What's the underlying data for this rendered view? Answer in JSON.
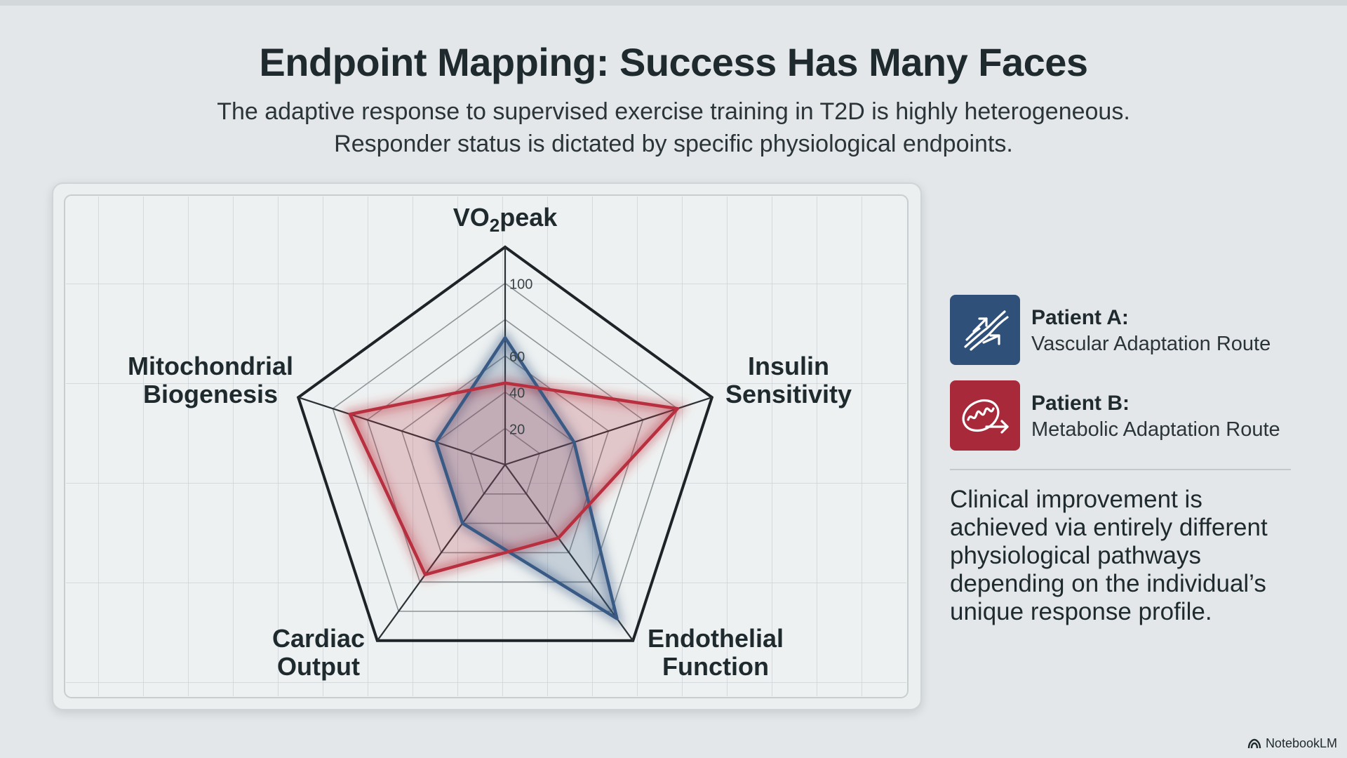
{
  "page": {
    "title": "Endpoint Mapping: Success Has Many Faces",
    "subtitle_line1": "The adaptive response to supervised exercise training in T2D is highly heterogeneous.",
    "subtitle_line2": "Responder status is dictated by specific physiological endpoints."
  },
  "chart_data": {
    "type": "radar",
    "axes": [
      "VO2peak",
      "Insulin Sensitivity",
      "Endothelial Function",
      "Cardiac Output",
      "Mitochondrial Biogenesis"
    ],
    "axis_labels": [
      {
        "line1": "VO",
        "sub": "2",
        "line1_rest": "peak",
        "line2": ""
      },
      {
        "line1": "Insulin",
        "line2": "Sensitivity"
      },
      {
        "line1": "Endothelial",
        "line2": "Function"
      },
      {
        "line1": "Cardiac",
        "line2": "Output"
      },
      {
        "line1": "Mitochondrial",
        "line2": "Biogenesis"
      }
    ],
    "range": [
      0,
      120
    ],
    "ring_values": [
      20,
      40,
      60,
      80,
      100
    ],
    "tick_labels": [
      "20",
      "40",
      "60",
      "100"
    ],
    "tick_values": [
      20,
      40,
      60,
      100
    ],
    "grid": true,
    "series": [
      {
        "name": "Patient A",
        "color": "#3a5a86",
        "values": [
          70,
          40,
          105,
          40,
          40
        ]
      },
      {
        "name": "Patient B",
        "color": "#b8303f",
        "values": [
          45,
          100,
          50,
          75,
          90
        ]
      }
    ]
  },
  "legend": {
    "patient_a": {
      "title": "Patient A:",
      "subtitle": "Vascular Adaptation Route",
      "icon": "vascular-arrows-icon",
      "color": "#2f5078"
    },
    "patient_b": {
      "title": "Patient B:",
      "subtitle": "Metabolic Adaptation Route",
      "icon": "mitochondria-icon",
      "color": "#a82a3a"
    }
  },
  "description": "Clinical improvement is achieved via entirely different physiological pathways depending on the individual’s unique response profile.",
  "watermark": "NotebookLM"
}
